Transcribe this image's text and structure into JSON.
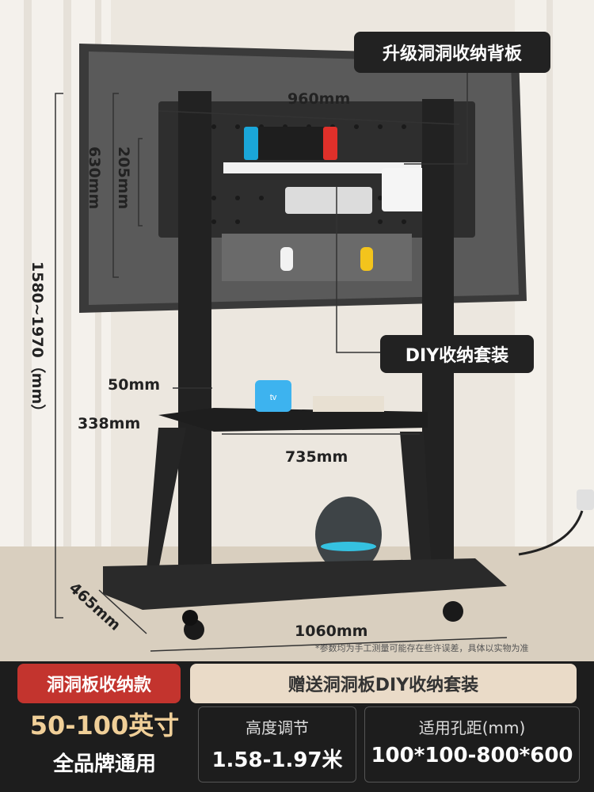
{
  "callouts": {
    "back_panel": "升级洞洞收纳背板",
    "diy_kit": "DIY收纳套装"
  },
  "dimensions": {
    "width_960": "960mm",
    "height_630": "630mm",
    "height_205": "205mm",
    "total_height": "1580~1970（mm）",
    "column_50": "50mm",
    "shelf_338": "338mm",
    "shelf_735": "735mm",
    "depth_465": "465mm",
    "base_1060": "1060mm"
  },
  "disclaimer": "*参数均为手工测量可能存在些许误差，具体以实物为准",
  "banner": {
    "badge": "洞洞板收纳款",
    "gift": "赠送洞洞板DIY收纳套装",
    "size": "50-100英寸",
    "brand": "全品牌通用"
  },
  "specs": [
    {
      "label": "高度调节",
      "value": "1.58-1.97米"
    },
    {
      "label": "适用孔距(mm)",
      "value": "100*100-800*600"
    }
  ],
  "icons": {
    "tv_box_label": "tv"
  }
}
